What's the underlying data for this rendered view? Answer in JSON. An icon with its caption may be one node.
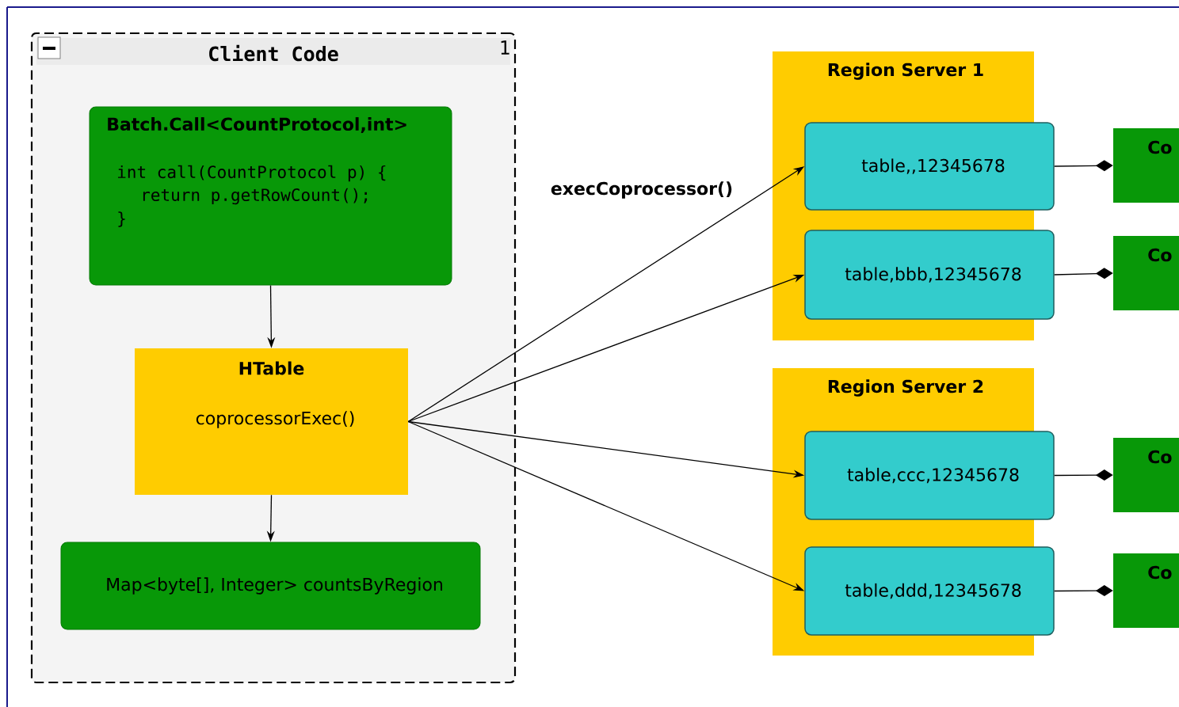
{
  "diagram": {
    "nodes": [
      {
        "text": [
          "Client Code"
        ]
      },
      {
        "text": [
          "Batch.Call<CountProtocol,int>",
          "int call(CountProtocol p) {",
          "return p.getRowCount();",
          "}"
        ],
        "in": 0
      },
      {
        "text": [
          "HTable",
          "coprocessorExec()"
        ],
        "in": 0
      },
      {
        "text": [
          "Map<byte[], Integer> countsByRegion"
        ],
        "in": 0
      },
      {
        "text": [
          "Region Server 1"
        ]
      },
      {
        "text": [
          "table,,12345678"
        ],
        "in": 4
      },
      {
        "text": [
          "table,bbb,12345678"
        ],
        "in": 4
      },
      {
        "text": [
          "Region Server 2"
        ]
      },
      {
        "text": [
          "table,ccc,12345678"
        ],
        "in": 7
      },
      {
        "text": [
          "table,ddd,12345678"
        ],
        "in": 7
      },
      {
        "text": [
          "Co"
        ]
      },
      {
        "text": [
          "Co"
        ]
      },
      {
        "text": [
          "Co"
        ]
      },
      {
        "text": [
          "Co"
        ]
      }
    ],
    "edges": [
      {
        "from": 1,
        "to": 2,
        "arrow": "to"
      },
      {
        "from": 2,
        "to": 3,
        "arrow": "to"
      },
      {
        "from": 2,
        "to": 5,
        "arrow": "to",
        "label": "execCoprocessor()"
      },
      {
        "from": 2,
        "to": 6,
        "arrow": "to"
      },
      {
        "from": 2,
        "to": 8,
        "arrow": "to"
      },
      {
        "from": 2,
        "to": 9,
        "arrow": "to"
      },
      {
        "from": 5,
        "to": 10,
        "arrow": "other"
      },
      {
        "from": 6,
        "to": 11,
        "arrow": "other"
      },
      {
        "from": 8,
        "to": 12,
        "arrow": "other"
      },
      {
        "from": 9,
        "to": 13,
        "arrow": "other"
      }
    ],
    "labels": [
      "1"
    ]
  }
}
